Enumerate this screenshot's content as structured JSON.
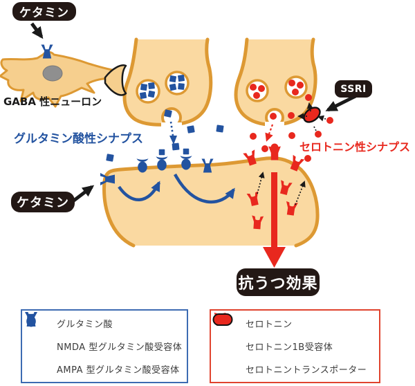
{
  "labels": {
    "ketamine_top": "ケタミン",
    "ketamine_left": "ケタミン",
    "gaba_neuron": "GABA 性ニューロン",
    "glutamate_synapse": "グルタミン酸性シナプス",
    "serotonin_synapse": "セロトニン性シナプス",
    "ssri": "SSRI",
    "antidepressant_effect": "抗うつ効果"
  },
  "legend": {
    "glutamate_box": {
      "border_color": "#3D6BB2",
      "items": [
        {
          "icon": "glutamate-square-icon",
          "label": "グルタミン酸"
        },
        {
          "icon": "nmda-receptor-icon",
          "label": "NMDA 型グルタミン酸受容体"
        },
        {
          "icon": "ampa-receptor-icon",
          "label": "AMPA 型グルタミン酸受容体"
        }
      ]
    },
    "serotonin_box": {
      "border_color": "#E0432E",
      "items": [
        {
          "icon": "serotonin-dot-icon",
          "label": "セロトニン"
        },
        {
          "icon": "serotonin-1b-receptor-icon",
          "label": "セロトニン1B受容体"
        },
        {
          "icon": "serotonin-transporter-icon",
          "label": "セロトニントランスポーター"
        }
      ]
    }
  },
  "colors": {
    "glutamate_blue": "#2353A0",
    "serotonin_red": "#E8281E",
    "membrane_stroke": "#DD9933",
    "cell_fill": "#FAD9A1",
    "label_bg": "#231815",
    "nucleus_gray": "#8F8F8F"
  }
}
